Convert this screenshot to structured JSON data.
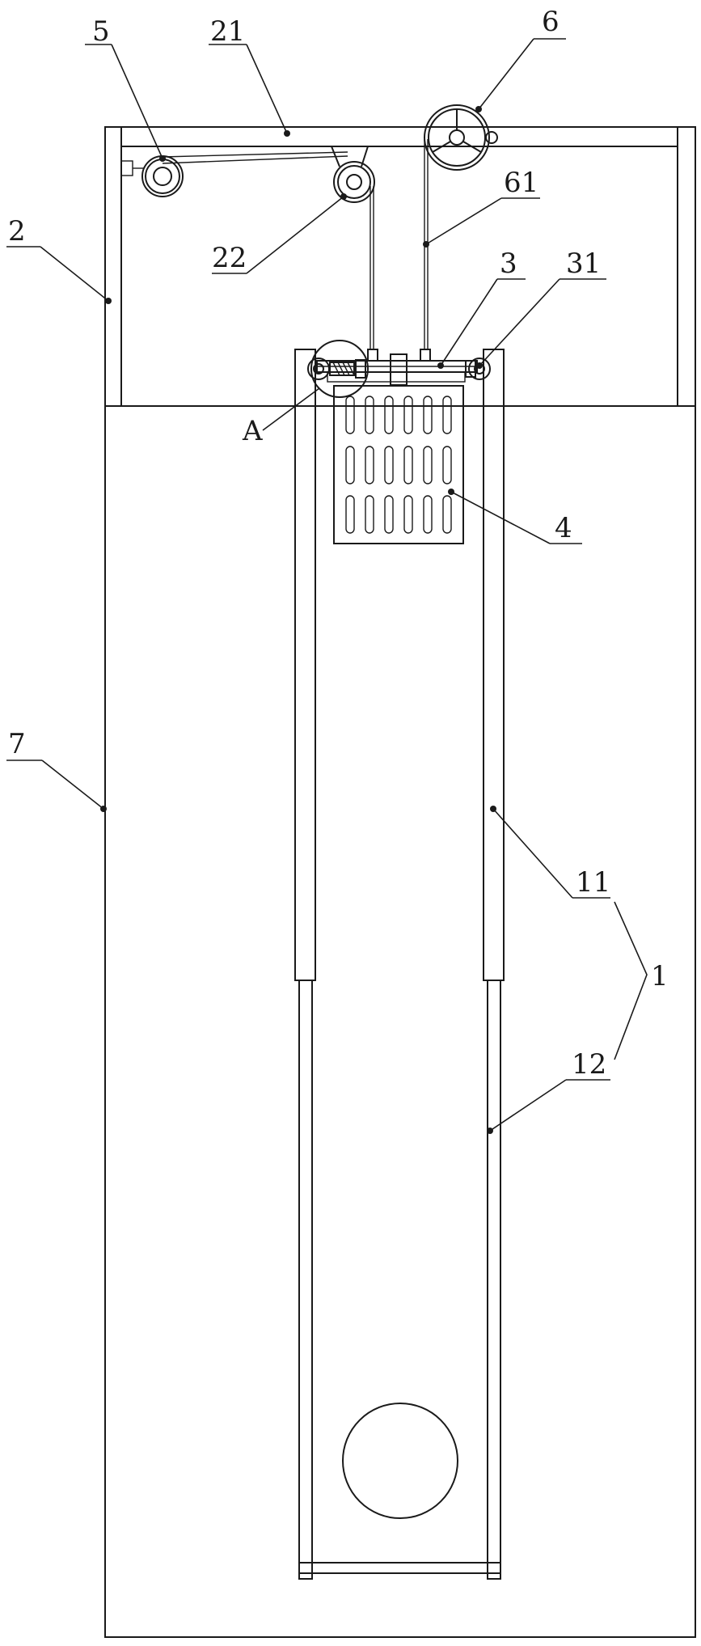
{
  "labels": {
    "l5": "5",
    "l21": "21",
    "l6": "6",
    "l61": "61",
    "l2": "2",
    "l22": "22",
    "l3": "3",
    "l31": "31",
    "lA": "A",
    "l4": "4",
    "l7": "7",
    "l11": "11",
    "l1": "1",
    "l12": "12"
  }
}
